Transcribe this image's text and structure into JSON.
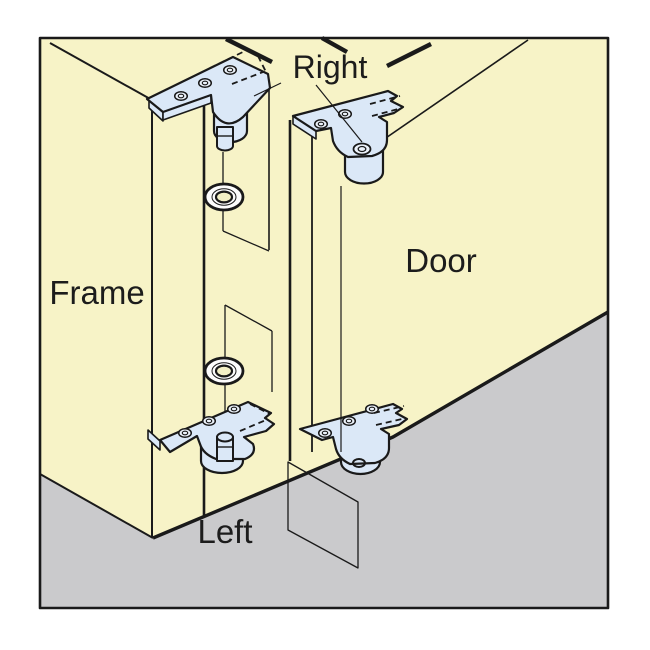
{
  "diagram": {
    "kind": "pivot-hinge installation diagram",
    "labels": {
      "right": "Right",
      "frame": "Frame",
      "door": "Door",
      "left": "Left"
    },
    "colors": {
      "background": "#FFFFFF",
      "surface": "#F7F3C7",
      "floor": "#CACACC",
      "hinge_metal": "#DBE8F7",
      "hinge_hole": "#EDF3FB",
      "washer": "#FDFDFD",
      "washer_hole": "#F3F0C5",
      "line": "#1A1A1A"
    },
    "parts": [
      "frame-top-pivot-hinge",
      "door-top-pivot-hinge",
      "frame-bottom-pivot-hinge",
      "door-bottom-pivot-hinge",
      "top-washer",
      "bottom-washer"
    ]
  }
}
